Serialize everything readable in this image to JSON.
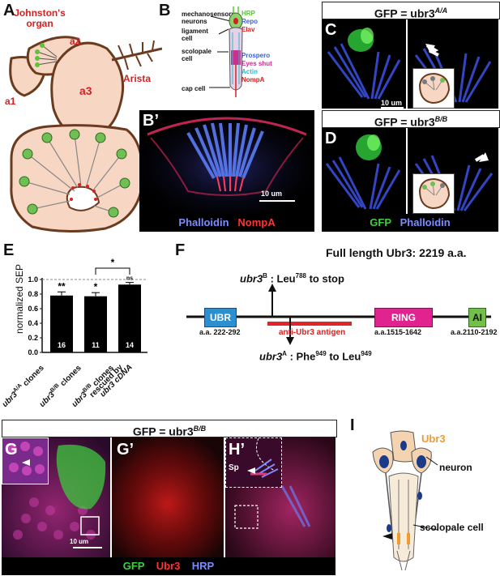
{
  "panel_labels": {
    "A": "A",
    "B": "B",
    "Bp": "B’",
    "C": "C",
    "D": "D",
    "E": "E",
    "F": "F",
    "G": "G",
    "Gp": "G’",
    "Hp": "H’",
    "I": "I"
  },
  "panelA": {
    "johnston": "Johnston's organ",
    "a1": "a1",
    "a2": "a2",
    "a3": "a3",
    "arista": "Arista"
  },
  "panelB": {
    "mechanosensory": "mechanosensory",
    "neurons": "neurons",
    "ligament": "ligament",
    "cell": "cell",
    "scolopale": "scolopale",
    "scolopale_cell": "cell",
    "cap": "cap cell",
    "legend": [
      {
        "text": "HRP",
        "color": "#5fc23a"
      },
      {
        "text": "Repo",
        "color": "#3b5fd6"
      },
      {
        "text": "Elav",
        "color": "#d32222"
      },
      {
        "text": "Prospero",
        "color": "#3b5fd6"
      },
      {
        "text": "Eyes shut",
        "color": "#cc2f8e"
      },
      {
        "text": "Actin",
        "color": "#2fb6d2"
      },
      {
        "text": "NompA",
        "color": "#d32222"
      }
    ]
  },
  "panelBp": {
    "scale": "10 um",
    "stain1": "Phalloidin",
    "stain2": "NompA"
  },
  "panelCD": {
    "titleC": "GFP = ubr3",
    "supC": "A/A",
    "titleD": "GFP = ubr3",
    "supD": "B/B",
    "scale": "10 um",
    "stain1": "GFP",
    "stain2": "Phalloidin"
  },
  "chart_data": {
    "type": "bar",
    "ylabel": "normalized SEP",
    "ylim": [
      0,
      1.0
    ],
    "yticks": [
      "0.0",
      "0.2",
      "0.4",
      "0.6",
      "0.8",
      "1.0"
    ],
    "categories": [
      "ubr3A/A clones",
      "ubr3B/B clones",
      "ubr3B/B clones rescued by ubr3 cDNA"
    ],
    "values": [
      0.78,
      0.77,
      0.93
    ],
    "errors": [
      0.05,
      0.05,
      0.03
    ],
    "n": [
      "16",
      "11",
      "14"
    ],
    "significance": [
      "**",
      "*",
      "ns"
    ],
    "bracket_star": "*"
  },
  "panelE": {
    "xlabels": [
      {
        "main": "ubr3",
        "sup": "A/A",
        "rest": " clones"
      },
      {
        "main": "ubr3",
        "sup": "B/B",
        "rest": " clones"
      },
      {
        "main": "ubr3",
        "sup": "B/B",
        "rest": " clones"
      }
    ],
    "xlabel3b": "rescued by",
    "xlabel3c": "ubr3 cDNA"
  },
  "panelF": {
    "title": "Full length Ubr3: 2219 a.a.",
    "ubrB_main": "ubr3",
    "ubrB_sup": "B",
    "ubrB_rest": " : Leu",
    "ubrB_num": "788",
    "ubrB_end": " to stop",
    "ubrA_main": "ubr3",
    "ubrA_sup": "A",
    "ubrA_rest": " : Phe",
    "ubrA_num": "949",
    "ubrA_mid": " to Leu",
    "ubrA_num2": "949",
    "ubr": "UBR",
    "ubr_aa": "a.a. 222-292",
    "ring": "RING",
    "ring_aa": "a.a.1515-1642",
    "ai": "AI",
    "ai_aa": "a.a.2110-2192",
    "antigen": "anti-Ubr3 antigen"
  },
  "panelGH": {
    "title": "GFP = ubr3",
    "sup": "B/B",
    "scale": "10 um",
    "sp": "Sp",
    "stain1": "GFP",
    "stain2": "Ubr3",
    "stain3": "HRP"
  },
  "panelI": {
    "ubr3": "Ubr3",
    "neuron": "neuron",
    "scolopale": "scolopale cell"
  }
}
